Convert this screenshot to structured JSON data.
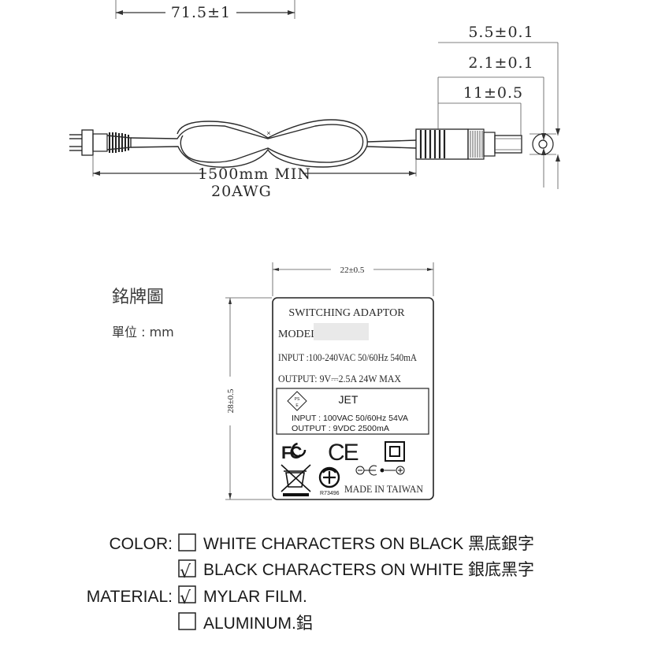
{
  "drawing": {
    "dim_plug_length": "71.5±1",
    "dim_outer_dia": "5.5±0.1",
    "dim_inner_dia": "2.1±0.1",
    "dim_barrel_length": "11±0.5",
    "cable_length": "1500mm MIN",
    "cable_gauge": "20AWG"
  },
  "nameplate_section": {
    "title": "銘牌圖",
    "unit": "單位 : mm",
    "width_dim": "22±0.5",
    "height_dim": "28±0.5"
  },
  "label": {
    "title": "SWITCHING ADAPTOR",
    "model_label": "MODEL :",
    "input": "INPUT :100-240VAC 50/60Hz 540mA",
    "output": "OUTPUT: 9V⎓2.5A 24W MAX",
    "jet_box": {
      "pse_mark_top": "PS",
      "pse_mark_bottom": "E",
      "brand": "JET",
      "input": "INPUT : 100VAC 50/60Hz 54VA",
      "output": "OUTPUT : 9VDC 2500mA"
    },
    "fcc_mark": "FC",
    "ce_mark": "CE",
    "bsmi_code": "R73496",
    "made_in": "MADE IN TAIWAN"
  },
  "specs": {
    "color_label": "COLOR:",
    "color_options": [
      {
        "text": "WHITE CHARACTERS ON BLACK 黑底銀字",
        "checked": false
      },
      {
        "text": "BLACK CHARACTERS ON WHITE 銀底黑字",
        "checked": true
      }
    ],
    "material_label": "MATERIAL:",
    "material_options": [
      {
        "text": "MYLAR FILM.",
        "checked": true
      },
      {
        "text": "ALUMINUM.鋁",
        "checked": false
      }
    ],
    "check_mark": "√"
  }
}
